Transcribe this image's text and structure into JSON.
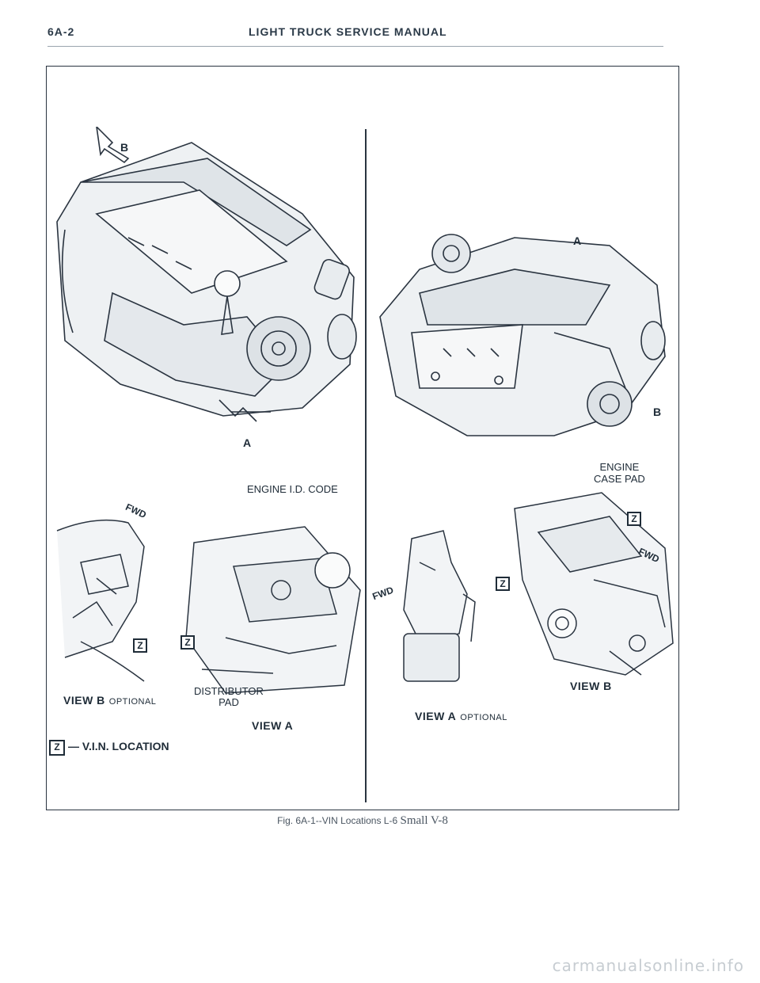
{
  "header": {
    "section": "6A-2",
    "title": "LIGHT TRUCK SERVICE MANUAL"
  },
  "labels": {
    "arrow_a": "A",
    "arrow_b": "B",
    "z": "Z",
    "fwd": "FWD",
    "engine_id_code": "ENGINE I.D. CODE",
    "distributor_pad_1": "DISTRIBUTOR",
    "distributor_pad_2": "PAD",
    "engine_case_pad_1": "ENGINE",
    "engine_case_pad_2": "CASE PAD",
    "view_b_left": "VIEW B",
    "view_a_left": "VIEW A",
    "view_a_right": "VIEW A",
    "view_b_right": "VIEW B",
    "optional": "OPTIONAL",
    "vin_legend": "— V.I.N. LOCATION"
  },
  "caption": {
    "text": "Fig. 6A-1--VIN Locations L-6",
    "suffix": "Small V-8"
  },
  "footer": "carmanualsonline.info"
}
